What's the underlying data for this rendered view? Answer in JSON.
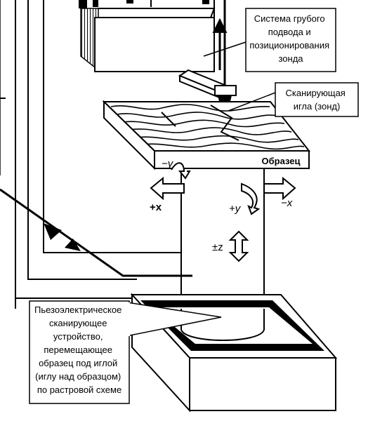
{
  "callouts": {
    "coarse_approach": [
      "Система грубого",
      "подвода и",
      "позиционирования",
      "зонда"
    ],
    "probe": [
      "Сканирующая",
      "игла (зонд)"
    ],
    "piezo": [
      "Пьезоэлектрическое",
      "сканирующее",
      "устройство,",
      "перемещающее",
      "образец под иглой",
      "(иглу над образцом)",
      "по растровой схеме"
    ]
  },
  "sample_label": "Образец",
  "axis_labels": {
    "minus_y": "−y",
    "plus_x": "+x",
    "plus_y": "+y",
    "minus_x": "−x",
    "pm_z": "±z"
  }
}
